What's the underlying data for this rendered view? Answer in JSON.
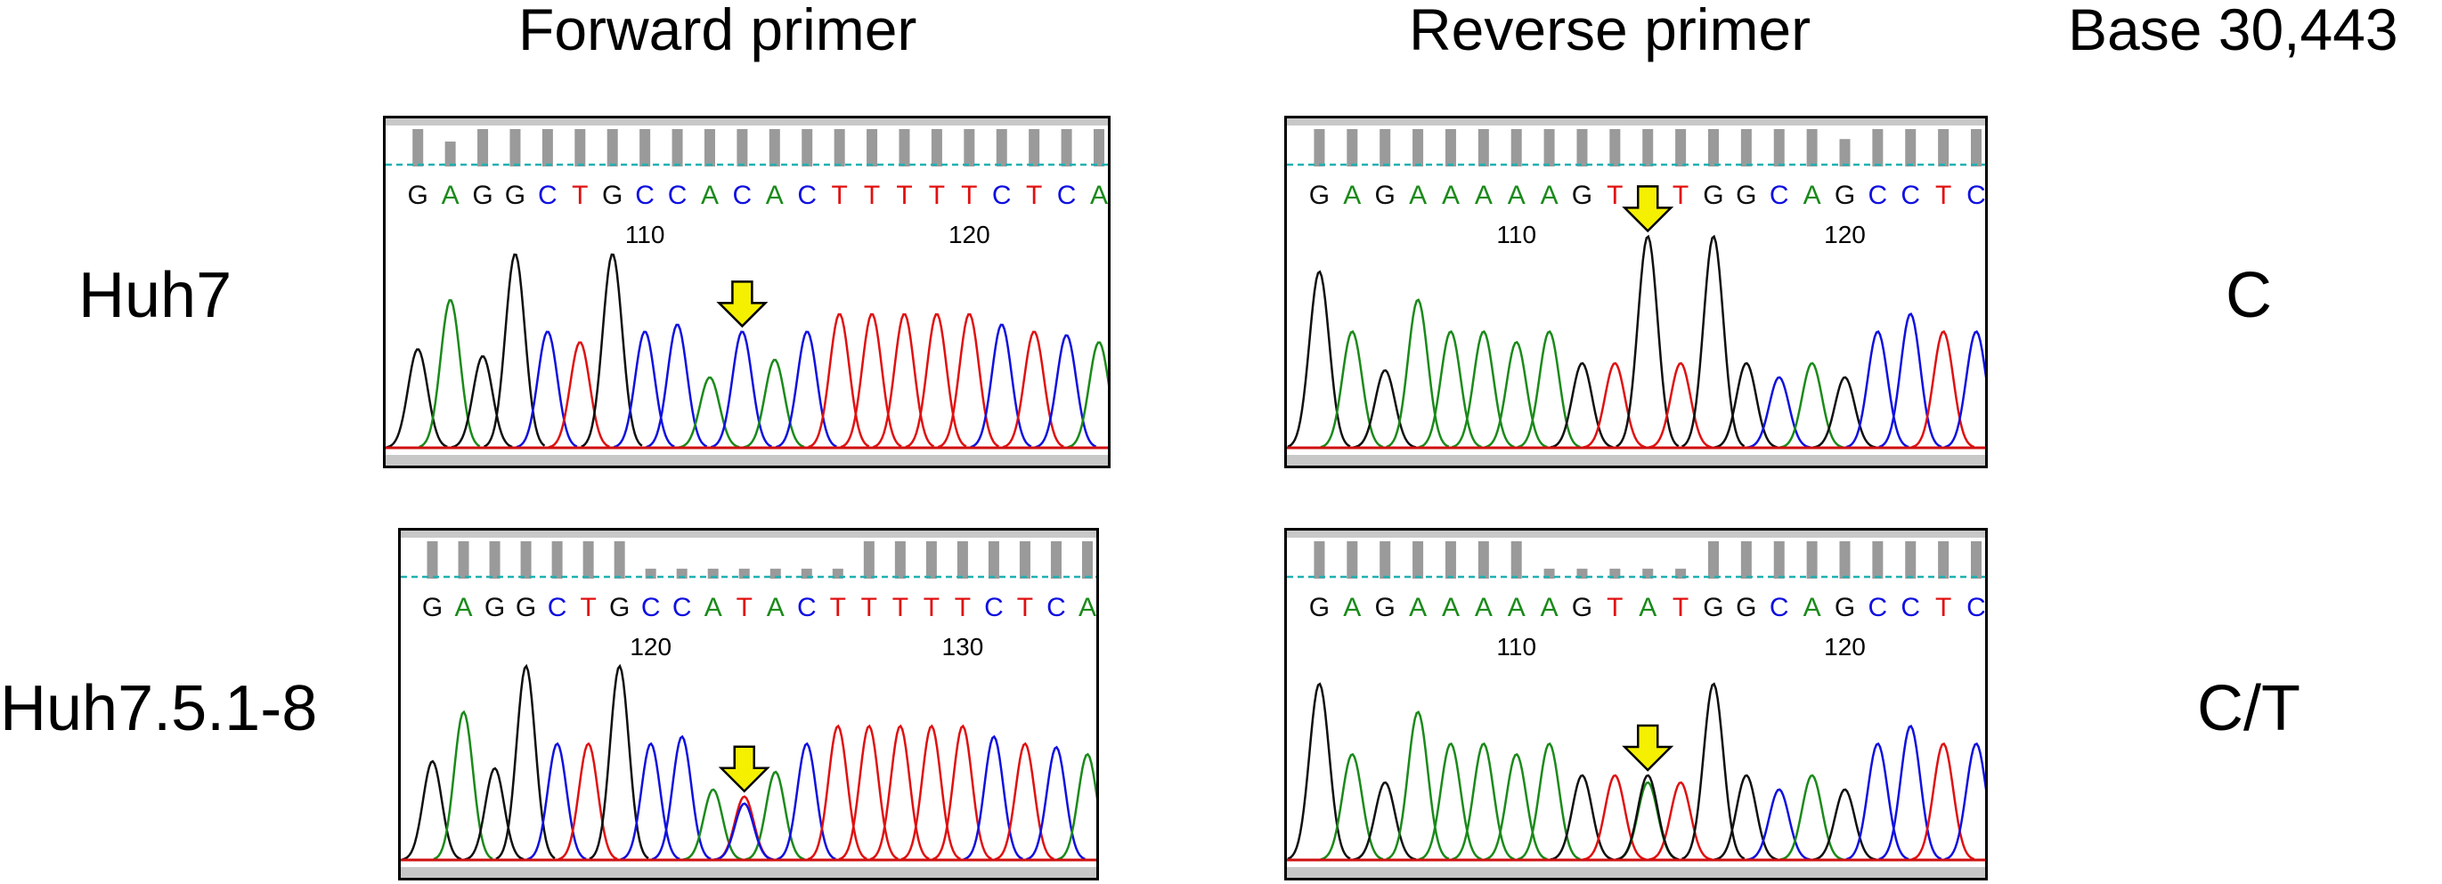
{
  "headers": {
    "forward": "Forward primer",
    "reverse": "Reverse primer",
    "base": "Base 30,443"
  },
  "rows": [
    {
      "label": "Huh7",
      "call": "C"
    },
    {
      "label": "Huh7.5.1-8",
      "call": "C/T"
    }
  ],
  "colors": {
    "A": "#1a8a1a",
    "C": "#1010e0",
    "G": "#101010",
    "T": "#e01010",
    "guide": "#20b0b0",
    "quality": "#9a9a9a",
    "arrow_fill": "#f5f000",
    "arrow_stroke": "#000000"
  },
  "panels": [
    {
      "id": "huh7-forward",
      "sequence": "GAGGCTGCCACACTTTTTCTCA",
      "ticks": [
        {
          "label": "110",
          "index": 7
        },
        {
          "label": "120",
          "index": 17
        }
      ],
      "quality": [
        0.75,
        0.5,
        0.75,
        0.75,
        0.75,
        0.75,
        0.75,
        0.75,
        0.75,
        0.75,
        0.75,
        0.75,
        0.75,
        0.75,
        0.75,
        0.75,
        0.75,
        0.75,
        0.75,
        0.75,
        0.75,
        0.75
      ],
      "peaks": [
        0.28,
        0.42,
        0.26,
        0.55,
        0.33,
        0.3,
        0.55,
        0.33,
        0.35,
        0.2,
        0.33,
        0.25,
        0.33,
        0.38,
        0.38,
        0.38,
        0.38,
        0.38,
        0.35,
        0.33,
        0.32,
        0.3
      ],
      "secondary": [],
      "arrow_index": 10
    },
    {
      "id": "huh7-reverse",
      "sequence": "GAGAAAAAGTGTGGCAGCCTC",
      "ticks": [
        {
          "label": "110",
          "index": 6
        },
        {
          "label": "120",
          "index": 16
        }
      ],
      "quality": [
        0.75,
        0.75,
        0.75,
        0.75,
        0.75,
        0.75,
        0.75,
        0.75,
        0.75,
        0.75,
        0.75,
        0.75,
        0.75,
        0.75,
        0.75,
        0.75,
        0.55,
        0.75,
        0.75,
        0.75,
        0.75
      ],
      "peaks": [
        0.5,
        0.33,
        0.22,
        0.42,
        0.33,
        0.33,
        0.3,
        0.33,
        0.24,
        0.24,
        0.6,
        0.24,
        0.6,
        0.24,
        0.2,
        0.24,
        0.2,
        0.33,
        0.38,
        0.33,
        0.33
      ],
      "secondary": [],
      "arrow_index": 10
    },
    {
      "id": "huh751-forward",
      "sequence": "GAGGCTGCCATACTTTTTCTCA",
      "ticks": [
        {
          "label": "120",
          "index": 7
        },
        {
          "label": "130",
          "index": 17
        }
      ],
      "quality": [
        0.75,
        0.75,
        0.75,
        0.75,
        0.75,
        0.75,
        0.75,
        0.2,
        0.2,
        0.2,
        0.2,
        0.2,
        0.2,
        0.2,
        0.75,
        0.75,
        0.75,
        0.75,
        0.75,
        0.75,
        0.75,
        0.75
      ],
      "peaks": [
        0.28,
        0.42,
        0.26,
        0.55,
        0.33,
        0.33,
        0.55,
        0.33,
        0.35,
        0.2,
        0.18,
        0.25,
        0.33,
        0.38,
        0.38,
        0.38,
        0.38,
        0.38,
        0.35,
        0.33,
        0.32,
        0.3
      ],
      "secondary": [
        {
          "index": 10,
          "base": "C",
          "h": 0.16
        }
      ],
      "arrow_index": 10
    },
    {
      "id": "huh751-reverse",
      "sequence": "GAGAAAAAGTATGGCAGCCTC",
      "ticks": [
        {
          "label": "110",
          "index": 6
        },
        {
          "label": "120",
          "index": 16
        }
      ],
      "quality": [
        0.75,
        0.75,
        0.75,
        0.75,
        0.75,
        0.75,
        0.75,
        0.2,
        0.2,
        0.2,
        0.2,
        0.2,
        0.75,
        0.75,
        0.75,
        0.75,
        0.75,
        0.75,
        0.75,
        0.75,
        0.75
      ],
      "peaks": [
        0.5,
        0.3,
        0.22,
        0.42,
        0.33,
        0.33,
        0.3,
        0.33,
        0.24,
        0.24,
        0.22,
        0.22,
        0.5,
        0.24,
        0.2,
        0.24,
        0.2,
        0.33,
        0.38,
        0.33,
        0.33
      ],
      "secondary": [
        {
          "index": 10,
          "base": "G",
          "h": 0.24
        }
      ],
      "arrow_index": 10
    }
  ]
}
